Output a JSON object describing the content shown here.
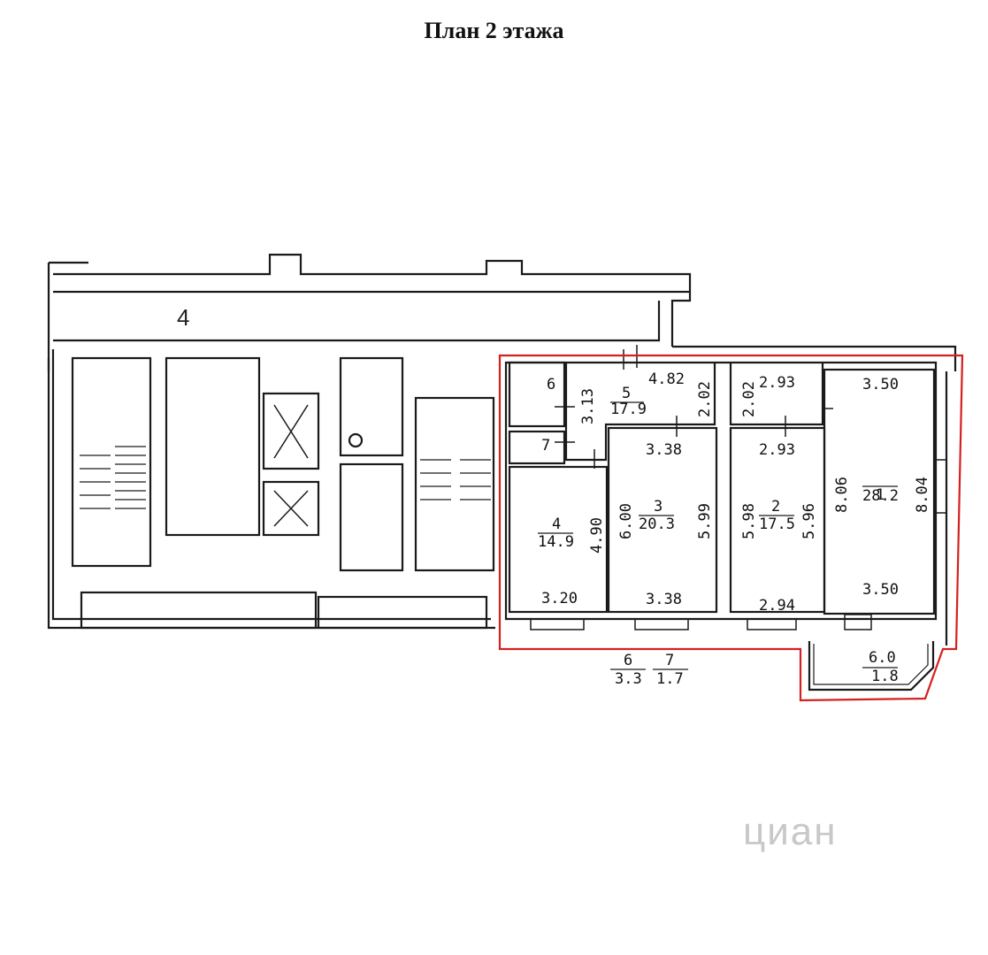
{
  "title": "План 2 этажа",
  "corridor_label": "4",
  "highlight_color": "#d42020",
  "watermark": "циан",
  "rooms": {
    "r6": {
      "num": "6"
    },
    "r5": {
      "num": "5",
      "area": "17.9",
      "w_top": "4.82",
      "h_left": "3.13",
      "h_right": "2.02"
    },
    "r7": {
      "num": "7"
    },
    "r4": {
      "num": "4",
      "area": "14.9",
      "h": "4.90",
      "w_bottom": "3.20"
    },
    "r3": {
      "num": "3",
      "area": "20.3",
      "w_top": "3.38",
      "w_bottom": "3.38",
      "h_left": "6.00",
      "h_right": "5.99"
    },
    "hall": {
      "h_left": "2.02",
      "w_top": "2.93"
    },
    "r2": {
      "num": "2",
      "area": "17.5",
      "w_top": "2.93",
      "w_bottom": "2.94",
      "h_left": "5.98",
      "h_right": "5.96"
    },
    "r1": {
      "num": "1",
      "area": "28.2",
      "w_top": "3.50",
      "w_bottom": "3.50",
      "h_left": "8.06",
      "h_right": "8.04"
    },
    "balcony": {
      "num": "6.0",
      "area": "1.8"
    }
  },
  "legend": [
    {
      "num": "6",
      "area": "3.3"
    },
    {
      "num": "7",
      "area": "1.7"
    }
  ]
}
